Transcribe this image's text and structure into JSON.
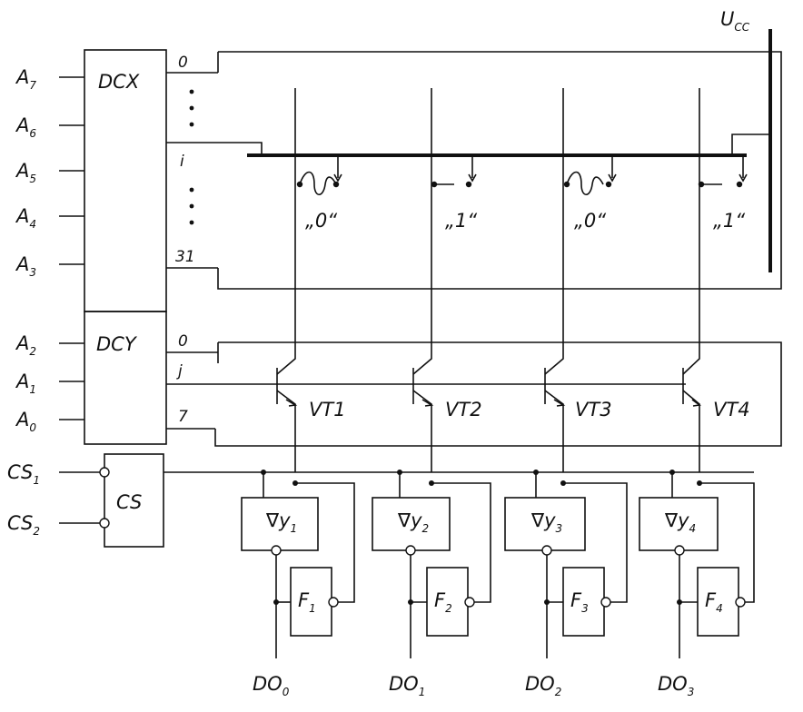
{
  "address_inputs": {
    "a7": {
      "main": "A",
      "sub": "7"
    },
    "a6": {
      "main": "A",
      "sub": "6"
    },
    "a5": {
      "main": "A",
      "sub": "5"
    },
    "a4": {
      "main": "A",
      "sub": "4"
    },
    "a3": {
      "main": "A",
      "sub": "3"
    },
    "a2": {
      "main": "A",
      "sub": "2"
    },
    "a1": {
      "main": "A",
      "sub": "1"
    },
    "a0": {
      "main": "A",
      "sub": "0"
    }
  },
  "chip_select": {
    "cs1": {
      "main": "CS",
      "sub": "1"
    },
    "cs2": {
      "main": "CS",
      "sub": "2"
    },
    "block": "CS"
  },
  "decoders": {
    "dcx": "DCX",
    "dcy": "DCY",
    "dcx_outputs": {
      "first": "0",
      "middle": "i",
      "last": "31"
    },
    "dcy_outputs": {
      "first": "0",
      "middle": "j",
      "last": "7"
    }
  },
  "supply": {
    "main": "U",
    "sub": "CC"
  },
  "matrix_bits": {
    "b0": "„0“",
    "b1": "„1“",
    "b2": "„0“",
    "b3": "„1“"
  },
  "transistors": {
    "t1": "VT1",
    "t2": "VT2",
    "t3": "VT3",
    "t4": "VT4"
  },
  "amplifiers": {
    "y1": {
      "main": "y",
      "sub": "1"
    },
    "y2": {
      "main": "y",
      "sub": "2"
    },
    "y3": {
      "main": "y",
      "sub": "3"
    },
    "y4": {
      "main": "y",
      "sub": "4"
    }
  },
  "triggers": {
    "f1": {
      "main": "F",
      "sub": "1"
    },
    "f2": {
      "main": "F",
      "sub": "2"
    },
    "f3": {
      "main": "F",
      "sub": "3"
    },
    "f4": {
      "main": "F",
      "sub": "4"
    }
  },
  "outputs": {
    "do0": {
      "main": "DO",
      "sub": "0"
    },
    "do1": {
      "main": "DO",
      "sub": "1"
    },
    "do2": {
      "main": "DO",
      "sub": "2"
    },
    "do3": {
      "main": "DO",
      "sub": "3"
    }
  },
  "amplifier_symbol": "∇"
}
